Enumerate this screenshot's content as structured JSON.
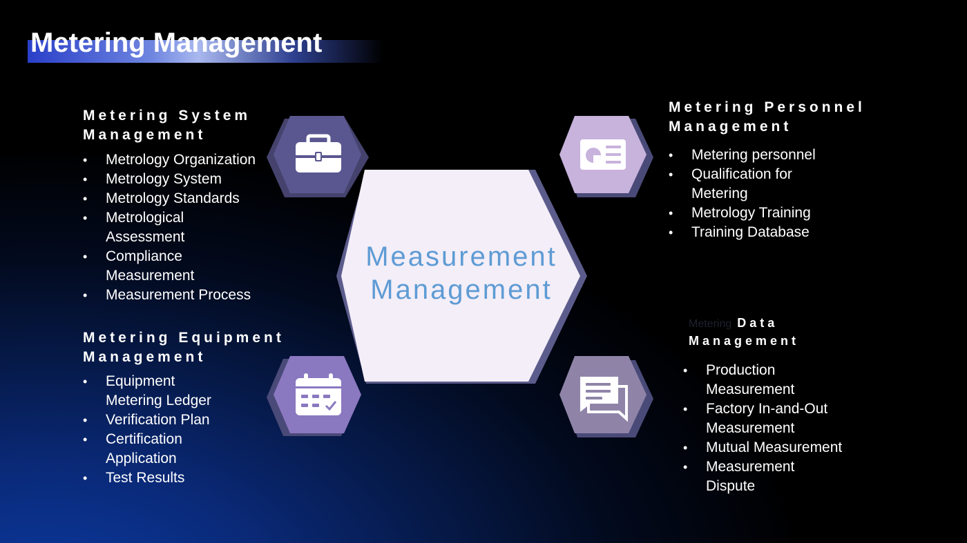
{
  "page": {
    "title": "Metering Management"
  },
  "center": {
    "line1": "Measurement",
    "line2": "Management"
  },
  "sections": {
    "system": {
      "heading_line1": "Metering System",
      "heading_line2": "Management",
      "icon": "briefcase-icon",
      "items": [
        "Metrology Organization",
        "Metrology System",
        "Metrology Standards",
        "Metrological Assessment",
        "Compliance Measurement",
        "Measurement Process"
      ]
    },
    "equipment": {
      "heading_line1": "Metering Equipment",
      "heading_line2": "Management",
      "icon": "calendar-icon",
      "items": [
        "Equipment Metering Ledger",
        "Verification Plan",
        "Certification Application",
        "Test Results"
      ]
    },
    "personnel": {
      "heading_line1": "Metering Personnel",
      "heading_line2": "Management",
      "icon": "id-card-icon",
      "items": [
        "Metering personnel",
        "Qualification for Metering",
        "Metrology Training",
        "Training Database"
      ]
    },
    "data": {
      "heading_faint": "Metering",
      "heading_bold": "Data",
      "heading_line2": "Management",
      "icon": "message-icon",
      "items": [
        "Production Measurement",
        "Factory In-and-Out Measurement",
        "Mutual Measurement",
        "Measurement Dispute"
      ]
    }
  },
  "colors": {
    "center_fill": "#f3eef8",
    "center_text": "#5e9bd4",
    "hex_system": "#5a5790",
    "hex_equipment": "#8a78c0",
    "hex_personnel": "#c8b3dc",
    "hex_data": "#8f84a8",
    "shadow": "#4a4a78"
  }
}
